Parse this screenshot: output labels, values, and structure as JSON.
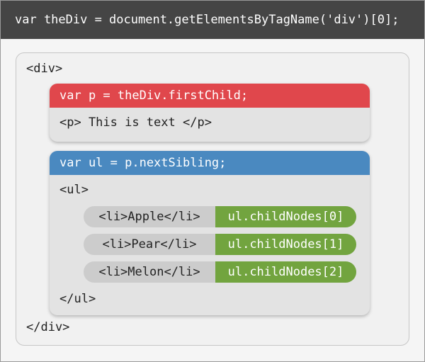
{
  "header": {
    "code": "var theDiv = document.getElementsByTagName('div')[0];"
  },
  "outer": {
    "open_tag": "<div>",
    "close_tag": "</div>"
  },
  "paragraph_box": {
    "heading": "var p = theDiv.firstChild;",
    "content": "<p> This is text </p>",
    "color": "#e0474c"
  },
  "list_box": {
    "heading": "var ul = p.nextSibling;",
    "open_tag": "<ul>",
    "close_tag": "</ul>",
    "color": "#4a89c0",
    "items": [
      {
        "li": "<li>Apple</li>",
        "node": "ul.childNodes[0]"
      },
      {
        "li": "<li>Pear</li>",
        "node": "ul.childNodes[1]"
      },
      {
        "li": "<li>Melon</li>",
        "node": "ul.childNodes[2]"
      }
    ]
  },
  "colors": {
    "header_bg": "#454545",
    "node_green": "#72a43f",
    "li_gray": "#cccccc"
  }
}
